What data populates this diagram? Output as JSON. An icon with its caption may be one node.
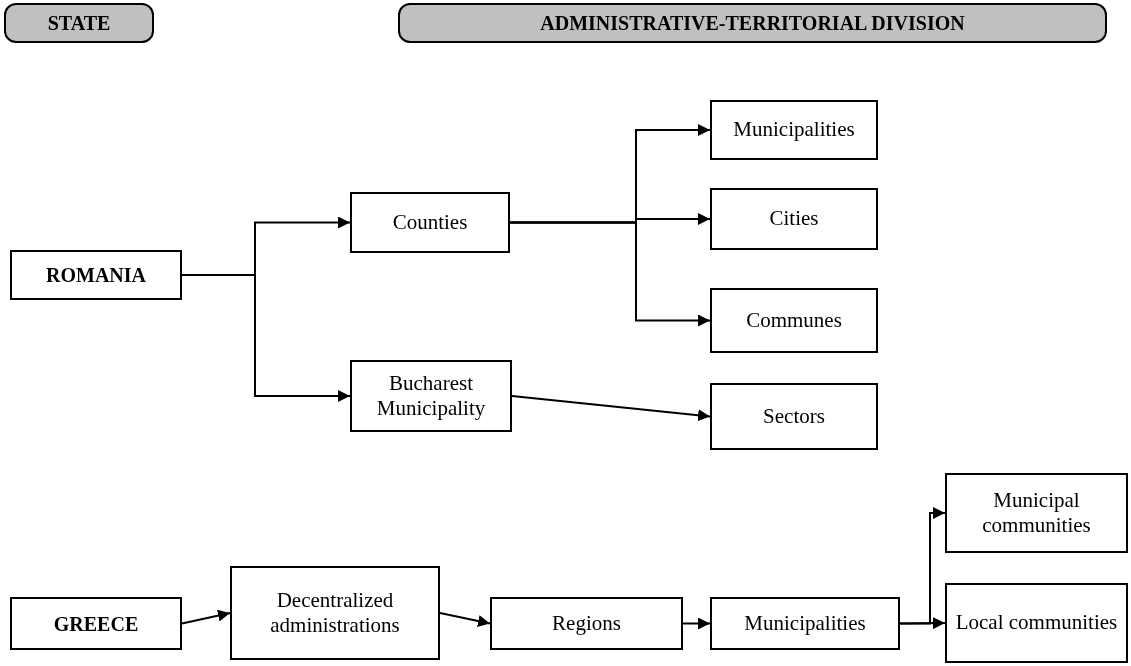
{
  "diagram": {
    "nodes": [
      {
        "text": [
          "STATE"
        ]
      },
      {
        "text": [
          "ADMINISTRATIVE-TERRITORIAL DIVISION"
        ]
      },
      {
        "text": [
          "ROMANIA"
        ]
      },
      {
        "text": [
          "Counties"
        ]
      },
      {
        "text": [
          "Bucharest Municipality"
        ]
      },
      {
        "text": [
          "Municipalities"
        ]
      },
      {
        "text": [
          "Cities"
        ]
      },
      {
        "text": [
          "Communes"
        ]
      },
      {
        "text": [
          "Sectors"
        ]
      },
      {
        "text": [
          "GREECE"
        ]
      },
      {
        "text": [
          "Decentralized administrations"
        ]
      },
      {
        "text": [
          "Regions"
        ]
      },
      {
        "text": [
          "Municipalities"
        ]
      },
      {
        "text": [
          "Municipal communities"
        ]
      },
      {
        "text": [
          "Local communities"
        ]
      }
    ],
    "edges": [
      {
        "from": 2,
        "to": 3,
        "arrow": "to"
      },
      {
        "from": 2,
        "to": 4,
        "arrow": "to"
      },
      {
        "from": 3,
        "to": 5,
        "arrow": "to"
      },
      {
        "from": 3,
        "to": 6,
        "arrow": "to"
      },
      {
        "from": 3,
        "to": 7,
        "arrow": "to"
      },
      {
        "from": 4,
        "to": 8,
        "arrow": "to"
      },
      {
        "from": 9,
        "to": 10,
        "arrow": "to"
      },
      {
        "from": 10,
        "to": 11,
        "arrow": "to"
      },
      {
        "from": 11,
        "to": 12,
        "arrow": "to"
      },
      {
        "from": 12,
        "to": 13,
        "arrow": "to"
      },
      {
        "from": 12,
        "to": 14,
        "arrow": "to"
      }
    ]
  }
}
